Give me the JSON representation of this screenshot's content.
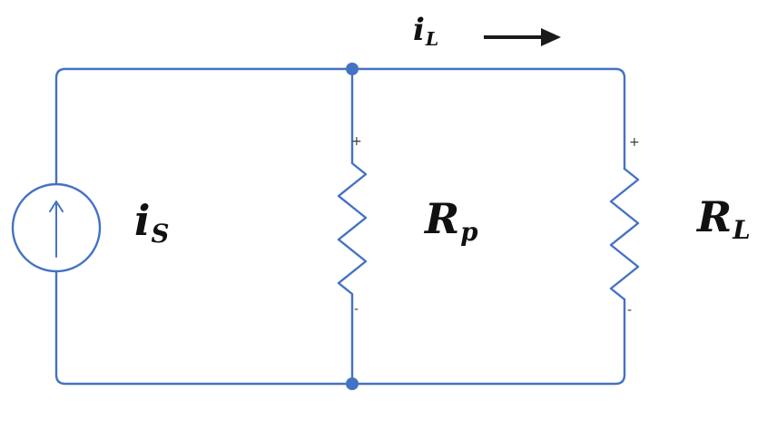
{
  "diagram": {
    "colors": {
      "wire": "#4472C4",
      "arrow": "#1a1a1a"
    },
    "labels": {
      "load_current": {
        "base": "i",
        "sub": "L"
      },
      "source_current": {
        "base": "i",
        "sub": "S"
      },
      "parallel_resistor": {
        "base": "R",
        "sub": "p"
      },
      "load_resistor": {
        "base": "R",
        "sub": "L"
      },
      "rp_plus": "+",
      "rp_minus": "-",
      "rl_plus": "+",
      "rl_minus": "-"
    }
  }
}
